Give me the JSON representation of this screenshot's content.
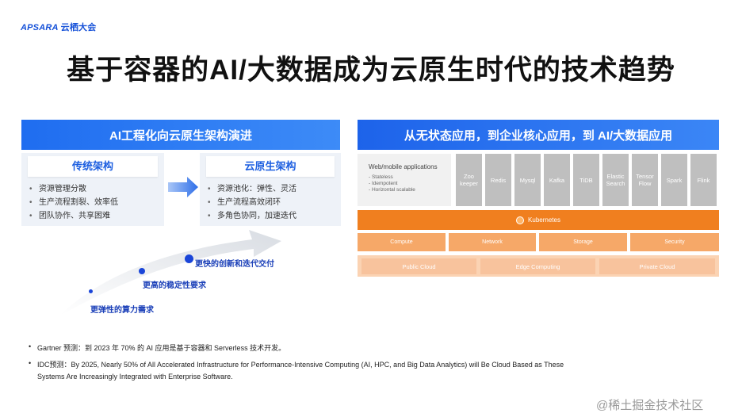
{
  "logo": {
    "brand_en": "APSARA",
    "brand_cn": "云栖大会"
  },
  "title": "基于容器的AI/大数据成为云原生时代的技术趋势",
  "left_panel": {
    "header": "AI工程化向云原生架构演进",
    "traditional": {
      "title": "传统架构",
      "items": [
        "资源管理分散",
        "生产流程割裂、效率低",
        "团队协作、共享困难"
      ]
    },
    "cloud_native": {
      "title": "云原生架构",
      "items": [
        "资源池化：弹性、灵活",
        "生产流程高效闭环",
        "多角色协同，加速迭代"
      ]
    },
    "stages": [
      "更弹性的算力需求",
      "更高的稳定性要求",
      "更快的创新和迭代交付"
    ]
  },
  "right_panel": {
    "header": "从无状态应用，到企业核心应用，到 AI/大数据应用",
    "web_apps": {
      "title": "Web/mobile applications",
      "items": [
        "- Stateless",
        "- Idempotent",
        "- Horizontal scalable"
      ]
    },
    "services": [
      "Zoo keeper",
      "Redis",
      "Mysql",
      "Kafka",
      "TiDB",
      "Elastic Search",
      "Tensor Flow",
      "Spark",
      "Flink"
    ],
    "kubernetes": "Kubernetes",
    "infra": [
      "Compute",
      "Network",
      "Storage",
      "Security"
    ],
    "clouds": [
      "Public Cloud",
      "Edge Computing",
      "Private Cloud"
    ]
  },
  "notes": {
    "note1": "Gartner 预测：到 2023 年 70% 的 AI 应用是基于容器和 Serverless 技术开发。",
    "note2_line1": "IDC预测：By 2025, Nearly 50% of All Accelerated Infrastructure for Performance-Intensive Computing (AI, HPC, and Big Data Analytics) will Be Cloud Based as These",
    "note2_line2": "Systems Are Increasingly Integrated with Enterprise Software."
  },
  "watermark": "@稀土掘金技术社区",
  "colors": {
    "primary_blue": "#1f6df0",
    "orange": "#f07f1f",
    "gray": "#bfbfbf"
  }
}
